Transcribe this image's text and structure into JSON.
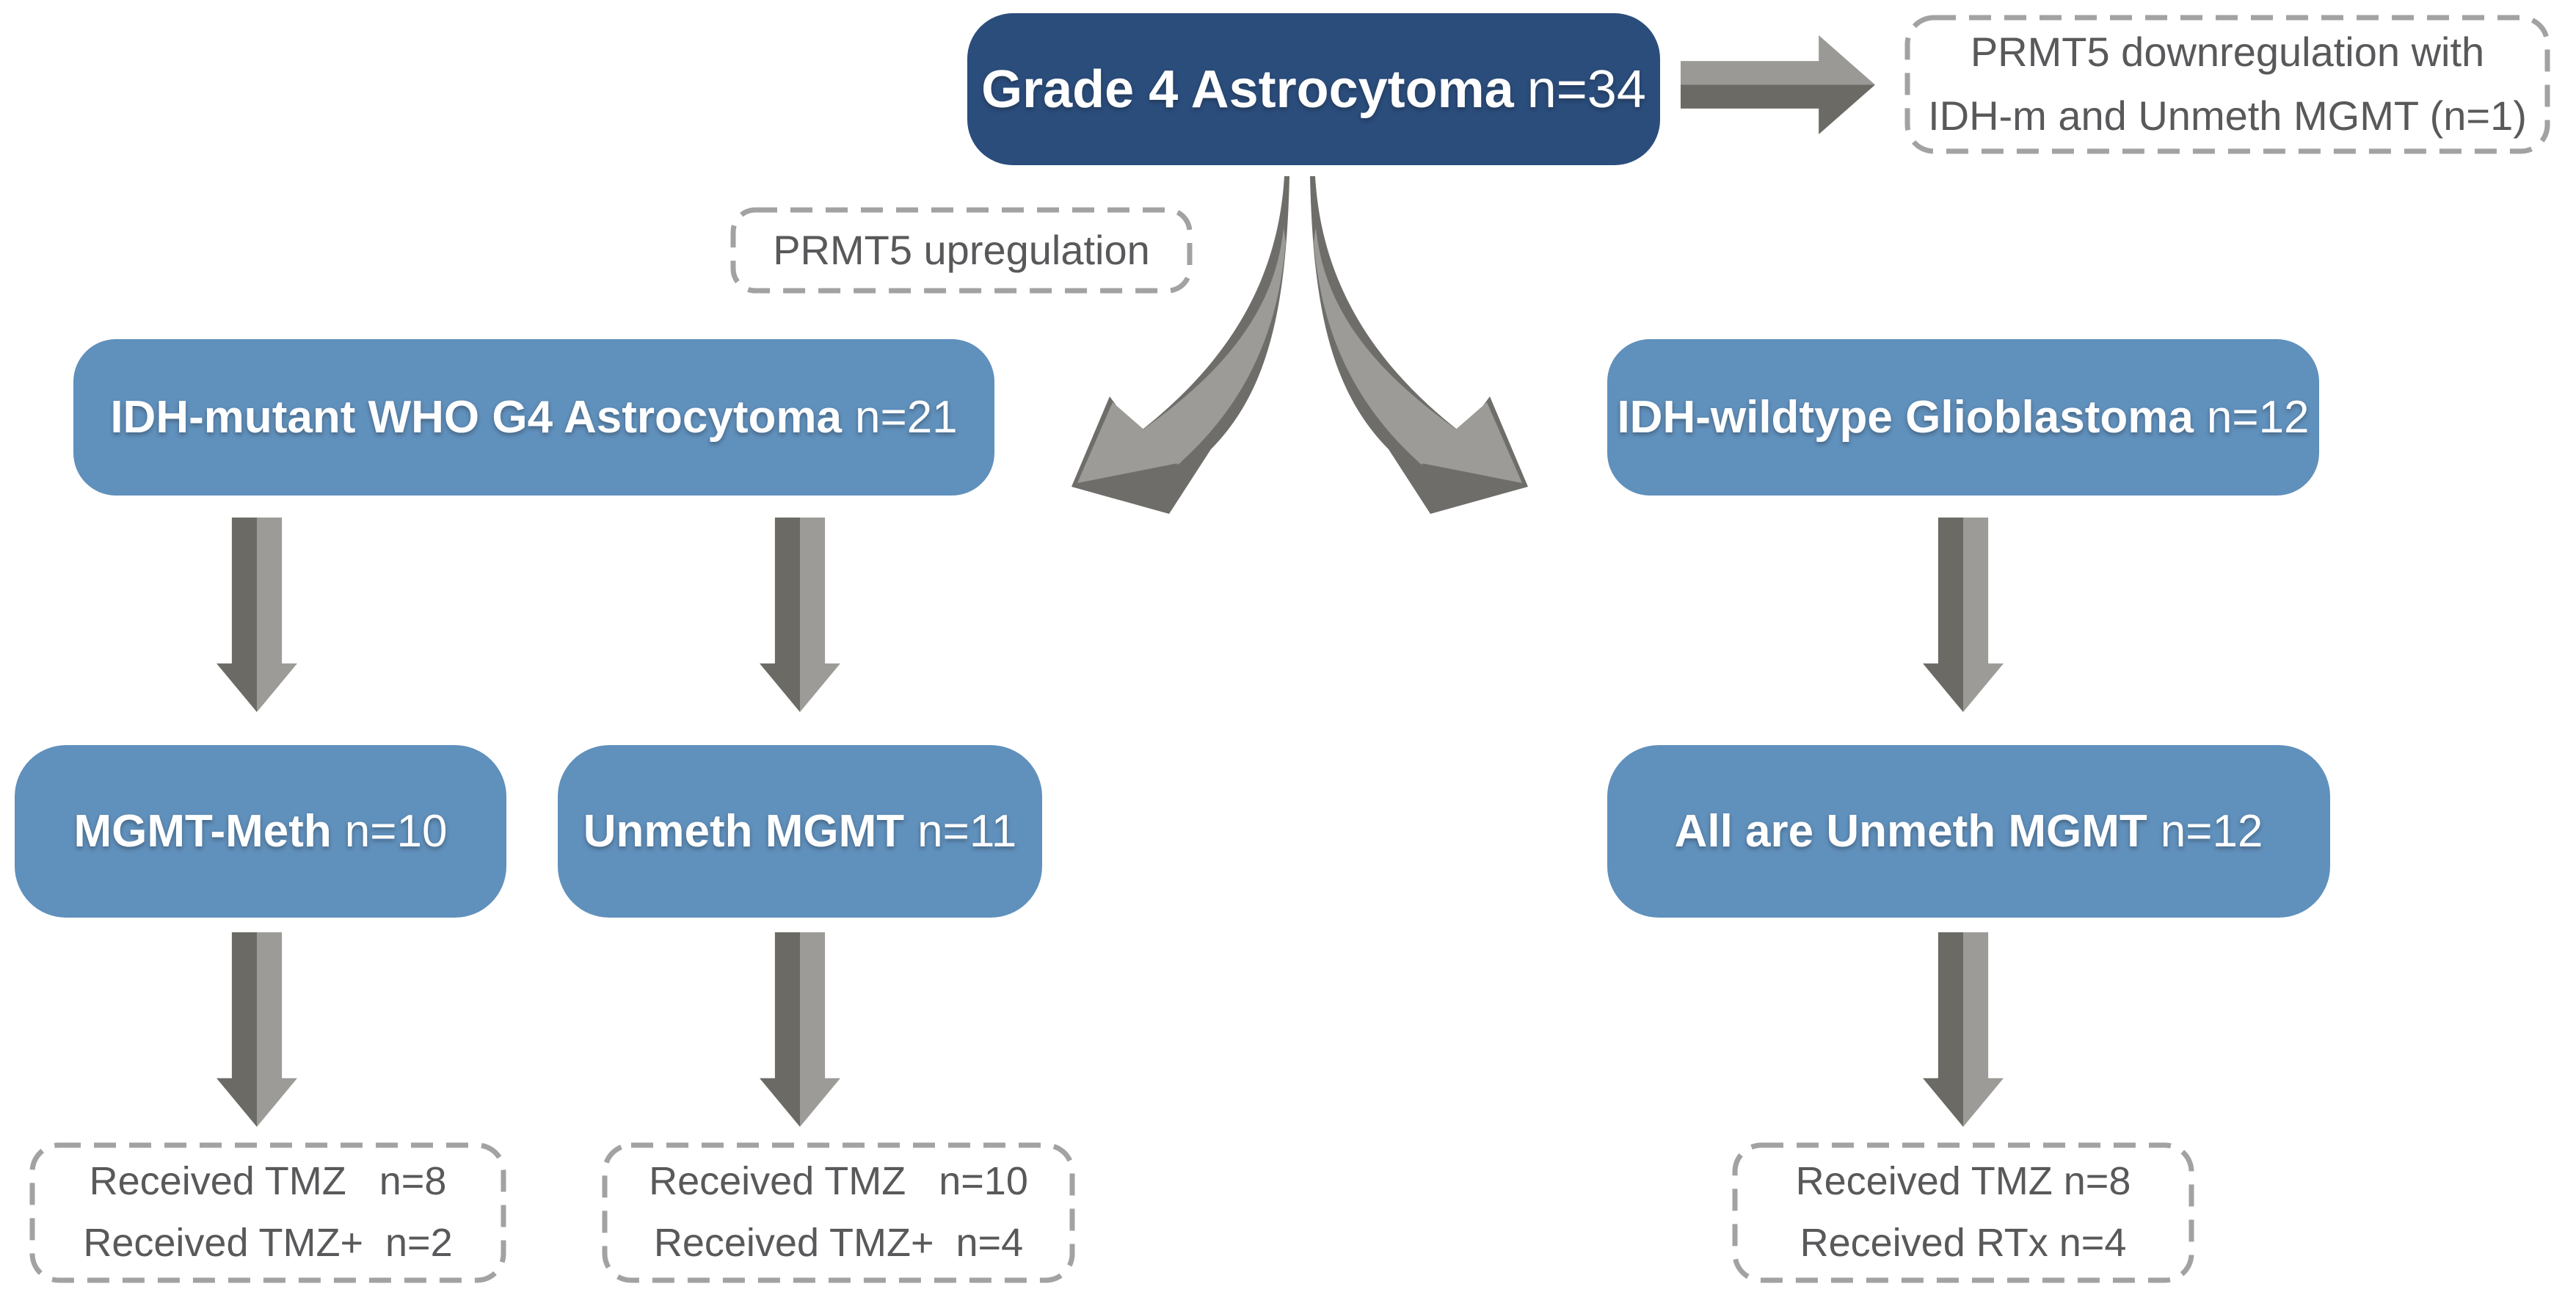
{
  "diagram": {
    "top_box": {
      "title": "Grade 4 Astrocytoma",
      "n": "n=34"
    },
    "prmt5_down_box": {
      "line1": "PRMT5 downregulation with",
      "line2": "IDH-m and Unmeth MGMT (n=1)"
    },
    "prmt5_up_box": {
      "label": "PRMT5 upregulation"
    },
    "idh_mutant_box": {
      "title": "IDH-mutant WHO G4 Astrocytoma",
      "n": "n=21"
    },
    "idh_wildtype_box": {
      "title": "IDH-wildtype Glioblastoma",
      "n": "n=12"
    },
    "mgmt_meth_box": {
      "title": "MGMT-Meth",
      "n": "n=10"
    },
    "unmeth_mgmt_box": {
      "title": "Unmeth MGMT",
      "n": "n=11"
    },
    "all_unmeth_box": {
      "title": "All are Unmeth MGMT",
      "n": "n=12"
    },
    "tmz_left_box": {
      "line1": "Received TMZ   n=8",
      "line2": "Received TMZ+  n=2"
    },
    "tmz_mid_box": {
      "line1": "Received TMZ   n=10",
      "line2": "Received TMZ+  n=4"
    },
    "tmz_right_box": {
      "line1": "Received TMZ n=8",
      "line2": "Received RTx n=4"
    },
    "colors": {
      "dark_blue": "#2b4d7c",
      "light_blue": "#6090bc",
      "arrow_dark": "#6b6a64",
      "arrow_light": "#9d9b97",
      "dashed_border": "#a2a2a2",
      "dashed_text": "#59585b"
    }
  }
}
